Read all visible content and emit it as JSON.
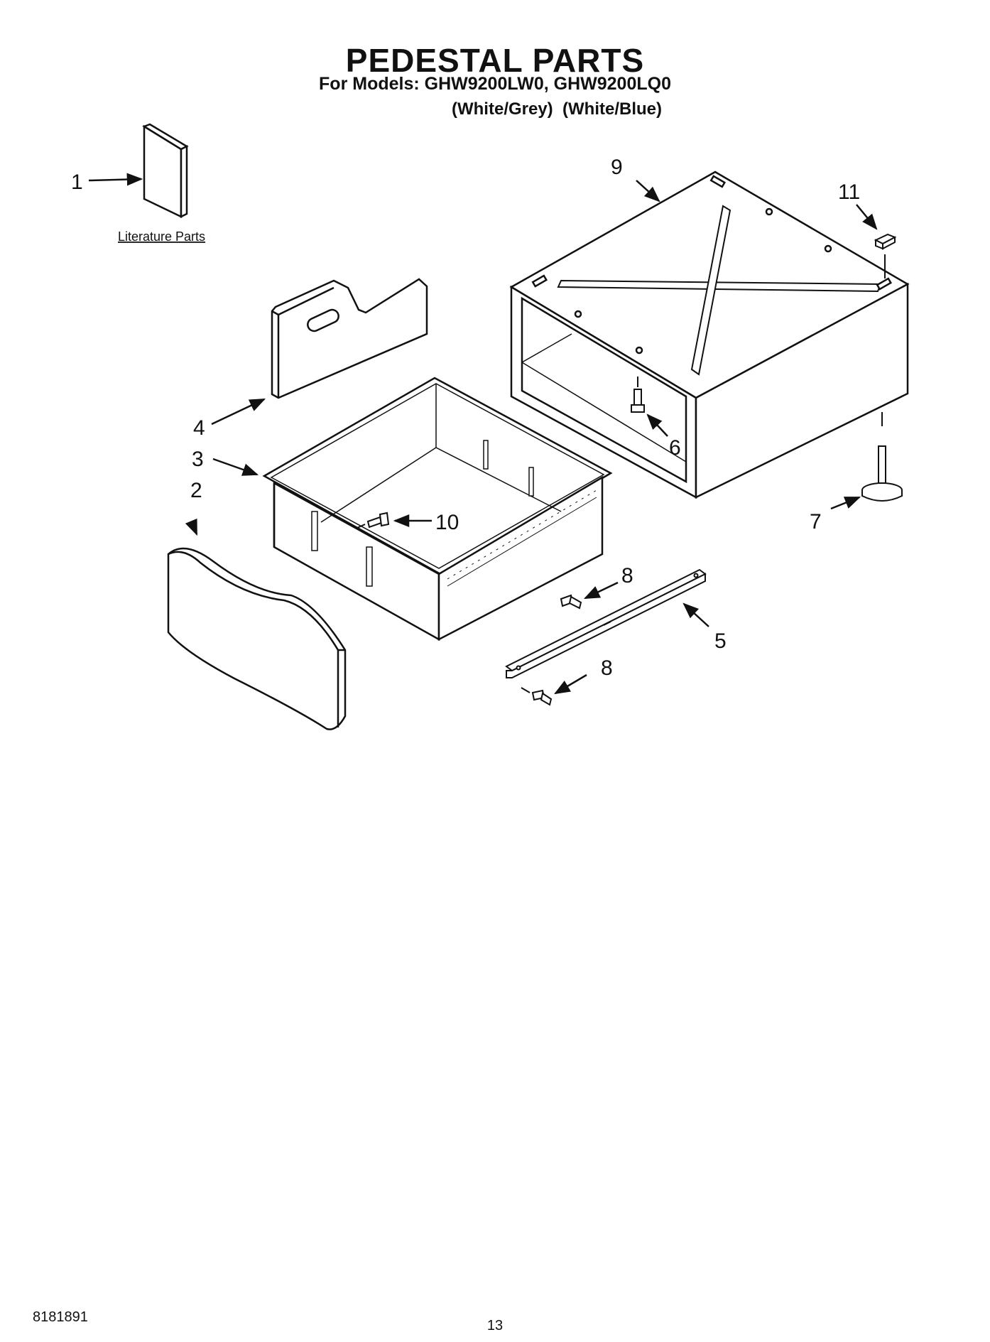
{
  "header": {
    "title": "PEDESTAL PARTS",
    "models_line": "For Models: GHW9200LW0, GHW9200LQ0",
    "colors_line": "(White/Grey)  (White/Blue)"
  },
  "diagram": {
    "literature_label": "Literature Parts",
    "callouts": {
      "c1": "1",
      "c2": "2",
      "c3": "3",
      "c4": "4",
      "c5": "5",
      "c6": "6",
      "c7": "7",
      "c8a": "8",
      "c8b": "8",
      "c9": "9",
      "c10": "10",
      "c11": "11"
    }
  },
  "footer": {
    "doc_number": "8181891",
    "page_number": "13"
  }
}
